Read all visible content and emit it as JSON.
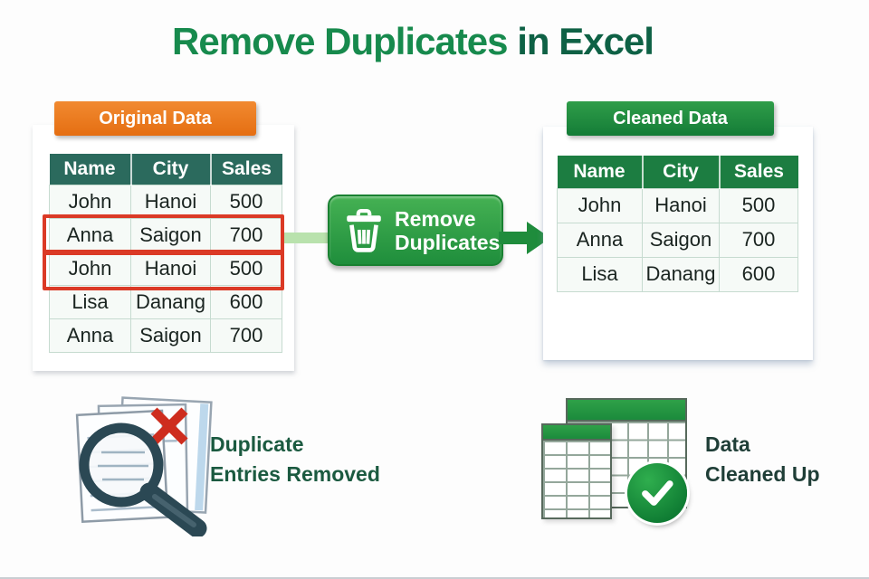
{
  "title": {
    "part1": "Remove Duplicates",
    "part2": " in Excel"
  },
  "left_panel": {
    "tab_label": "Original Data",
    "columns": [
      "Name",
      "City",
      "Sales"
    ],
    "rows": [
      [
        "John",
        "Hanoi",
        "500"
      ],
      [
        "Anna",
        "Saigon",
        "700"
      ],
      [
        "John",
        "Hanoi",
        "500"
      ],
      [
        "Lisa",
        "Danang",
        "600"
      ],
      [
        "Anna",
        "Saigon",
        "700"
      ]
    ],
    "highlighted_rows": [
      2,
      3
    ]
  },
  "flow": {
    "button": {
      "line1": "Remove",
      "line2": "Duplicates",
      "icon": "trash-icon"
    }
  },
  "right_panel": {
    "tab_label": "Cleaned Data",
    "columns": [
      "Name",
      "City",
      "Sales"
    ],
    "rows": [
      [
        "John",
        "Hanoi",
        "500"
      ],
      [
        "Anna",
        "Saigon",
        "700"
      ],
      [
        "Lisa",
        "Danang",
        "600"
      ]
    ]
  },
  "captions": {
    "left": {
      "line1": "Duplicate",
      "line2": "Entries Removed",
      "icon": "magnifier-documents-x-icon"
    },
    "right": {
      "line1": "Data",
      "line2": "Cleaned Up",
      "icon": "spreadsheets-check-icon"
    }
  },
  "colors": {
    "title_green": "#178a4d",
    "title_dark_green": "#0e6145",
    "orange_tab": "#ec7418",
    "left_table_header": "#2b6a5d",
    "right_table_header": "#1c7d41",
    "button_green": "#2b9a42",
    "arrow_green": "#1f8c3c",
    "duplicate_red": "#db3a26",
    "connector_light_green": "#b9e2ad"
  }
}
